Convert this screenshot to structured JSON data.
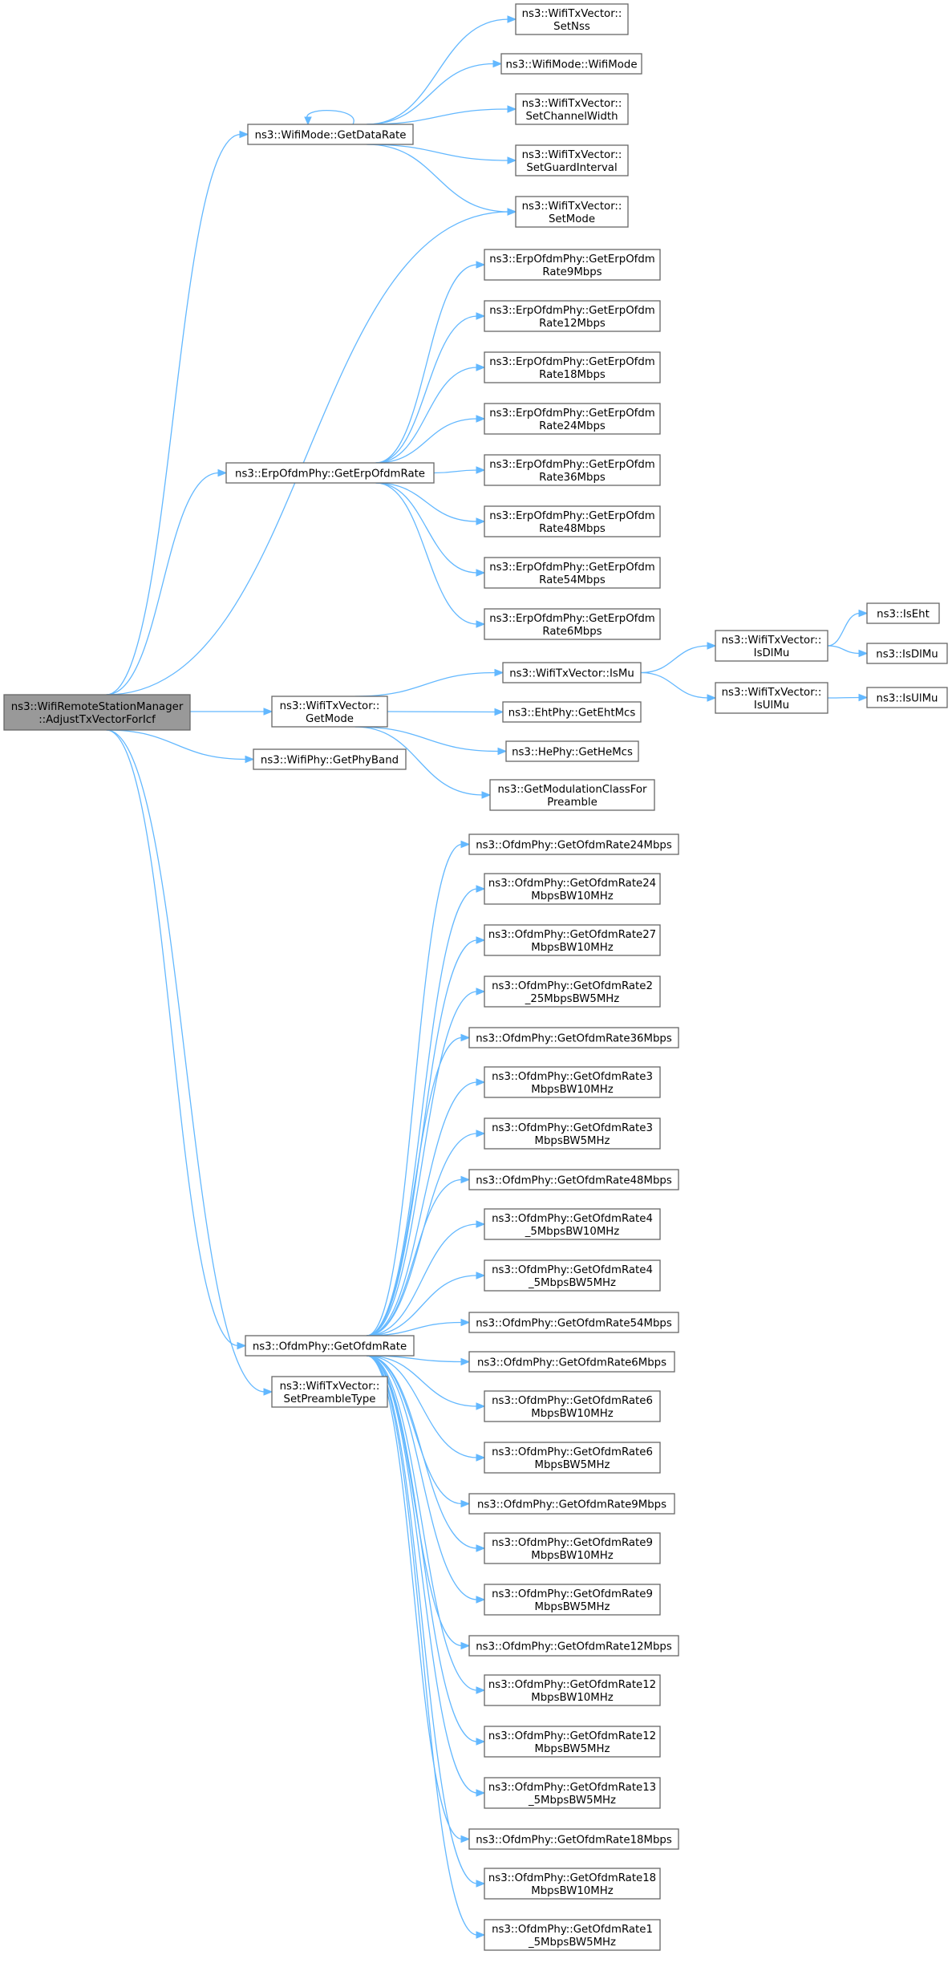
{
  "colors": {
    "edge": "#63b8ff",
    "node_border": "#666666",
    "root_fill": "#999999"
  },
  "nodes": [
    {
      "id": "root",
      "lines": [
        "ns3::WifiRemoteStationManager",
        "::AdjustTxVectorForIcf"
      ]
    },
    {
      "id": "getDataRate",
      "lines": [
        "ns3::WifiMode::GetDataRate"
      ]
    },
    {
      "id": "setNss",
      "lines": [
        "ns3::WifiTxVector::",
        "SetNss"
      ]
    },
    {
      "id": "wifiMode",
      "lines": [
        "ns3::WifiMode::WifiMode"
      ]
    },
    {
      "id": "setChannelWidth",
      "lines": [
        "ns3::WifiTxVector::",
        "SetChannelWidth"
      ]
    },
    {
      "id": "setGuardInterval",
      "lines": [
        "ns3::WifiTxVector::",
        "SetGuardInterval"
      ]
    },
    {
      "id": "setMode",
      "lines": [
        "ns3::WifiTxVector::",
        "SetMode"
      ]
    },
    {
      "id": "getErpOfdmRate",
      "lines": [
        "ns3::ErpOfdmPhy::GetErpOfdmRate"
      ]
    },
    {
      "id": "erp9",
      "lines": [
        "ns3::ErpOfdmPhy::GetErpOfdm",
        "Rate9Mbps"
      ]
    },
    {
      "id": "erp12",
      "lines": [
        "ns3::ErpOfdmPhy::GetErpOfdm",
        "Rate12Mbps"
      ]
    },
    {
      "id": "erp18",
      "lines": [
        "ns3::ErpOfdmPhy::GetErpOfdm",
        "Rate18Mbps"
      ]
    },
    {
      "id": "erp24",
      "lines": [
        "ns3::ErpOfdmPhy::GetErpOfdm",
        "Rate24Mbps"
      ]
    },
    {
      "id": "erp36",
      "lines": [
        "ns3::ErpOfdmPhy::GetErpOfdm",
        "Rate36Mbps"
      ]
    },
    {
      "id": "erp48",
      "lines": [
        "ns3::ErpOfdmPhy::GetErpOfdm",
        "Rate48Mbps"
      ]
    },
    {
      "id": "erp54",
      "lines": [
        "ns3::ErpOfdmPhy::GetErpOfdm",
        "Rate54Mbps"
      ]
    },
    {
      "id": "erp6",
      "lines": [
        "ns3::ErpOfdmPhy::GetErpOfdm",
        "Rate6Mbps"
      ]
    },
    {
      "id": "getMode",
      "lines": [
        "ns3::WifiTxVector::",
        "GetMode"
      ]
    },
    {
      "id": "isMu",
      "lines": [
        "ns3::WifiTxVector::IsMu"
      ]
    },
    {
      "id": "isDlMuTx",
      "lines": [
        "ns3::WifiTxVector::",
        "IsDlMu"
      ]
    },
    {
      "id": "isEht",
      "lines": [
        "ns3::IsEht"
      ]
    },
    {
      "id": "isDlMu",
      "lines": [
        "ns3::IsDlMu"
      ]
    },
    {
      "id": "isUlMuTx",
      "lines": [
        "ns3::WifiTxVector::",
        "IsUlMu"
      ]
    },
    {
      "id": "isUlMu",
      "lines": [
        "ns3::IsUlMu"
      ]
    },
    {
      "id": "getEhtMcs",
      "lines": [
        "ns3::EhtPhy::GetEhtMcs"
      ]
    },
    {
      "id": "getHeMcs",
      "lines": [
        "ns3::HePhy::GetHeMcs"
      ]
    },
    {
      "id": "getModClass",
      "lines": [
        "ns3::GetModulationClassFor",
        "Preamble"
      ]
    },
    {
      "id": "getPhyBand",
      "lines": [
        "ns3::WifiPhy::GetPhyBand"
      ]
    },
    {
      "id": "getOfdmRate",
      "lines": [
        "ns3::OfdmPhy::GetOfdmRate"
      ]
    },
    {
      "id": "setPreambleType",
      "lines": [
        "ns3::WifiTxVector::",
        "SetPreambleType"
      ]
    },
    {
      "id": "o24",
      "lines": [
        "ns3::OfdmPhy::GetOfdmRate24Mbps"
      ]
    },
    {
      "id": "o24bw10",
      "lines": [
        "ns3::OfdmPhy::GetOfdmRate24",
        "MbpsBW10MHz"
      ]
    },
    {
      "id": "o27bw10",
      "lines": [
        "ns3::OfdmPhy::GetOfdmRate27",
        "MbpsBW10MHz"
      ]
    },
    {
      "id": "o2_25bw5",
      "lines": [
        "ns3::OfdmPhy::GetOfdmRate2",
        "_25MbpsBW5MHz"
      ]
    },
    {
      "id": "o36",
      "lines": [
        "ns3::OfdmPhy::GetOfdmRate36Mbps"
      ]
    },
    {
      "id": "o3bw10",
      "lines": [
        "ns3::OfdmPhy::GetOfdmRate3",
        "MbpsBW10MHz"
      ]
    },
    {
      "id": "o3bw5",
      "lines": [
        "ns3::OfdmPhy::GetOfdmRate3",
        "MbpsBW5MHz"
      ]
    },
    {
      "id": "o48",
      "lines": [
        "ns3::OfdmPhy::GetOfdmRate48Mbps"
      ]
    },
    {
      "id": "o4_5bw10",
      "lines": [
        "ns3::OfdmPhy::GetOfdmRate4",
        "_5MbpsBW10MHz"
      ]
    },
    {
      "id": "o4_5bw5",
      "lines": [
        "ns3::OfdmPhy::GetOfdmRate4",
        "_5MbpsBW5MHz"
      ]
    },
    {
      "id": "o54",
      "lines": [
        "ns3::OfdmPhy::GetOfdmRate54Mbps"
      ]
    },
    {
      "id": "o6",
      "lines": [
        "ns3::OfdmPhy::GetOfdmRate6Mbps"
      ]
    },
    {
      "id": "o6bw10",
      "lines": [
        "ns3::OfdmPhy::GetOfdmRate6",
        "MbpsBW10MHz"
      ]
    },
    {
      "id": "o6bw5",
      "lines": [
        "ns3::OfdmPhy::GetOfdmRate6",
        "MbpsBW5MHz"
      ]
    },
    {
      "id": "o9",
      "lines": [
        "ns3::OfdmPhy::GetOfdmRate9Mbps"
      ]
    },
    {
      "id": "o9bw10",
      "lines": [
        "ns3::OfdmPhy::GetOfdmRate9",
        "MbpsBW10MHz"
      ]
    },
    {
      "id": "o9bw5",
      "lines": [
        "ns3::OfdmPhy::GetOfdmRate9",
        "MbpsBW5MHz"
      ]
    },
    {
      "id": "o12",
      "lines": [
        "ns3::OfdmPhy::GetOfdmRate12Mbps"
      ]
    },
    {
      "id": "o12bw10",
      "lines": [
        "ns3::OfdmPhy::GetOfdmRate12",
        "MbpsBW10MHz"
      ]
    },
    {
      "id": "o12bw5",
      "lines": [
        "ns3::OfdmPhy::GetOfdmRate12",
        "MbpsBW5MHz"
      ]
    },
    {
      "id": "o13_5bw5",
      "lines": [
        "ns3::OfdmPhy::GetOfdmRate13",
        "_5MbpsBW5MHz"
      ]
    },
    {
      "id": "o18",
      "lines": [
        "ns3::OfdmPhy::GetOfdmRate18Mbps"
      ]
    },
    {
      "id": "o18bw10",
      "lines": [
        "ns3::OfdmPhy::GetOfdmRate18",
        "MbpsBW10MHz"
      ]
    },
    {
      "id": "o1_5bw5",
      "lines": [
        "ns3::OfdmPhy::GetOfdmRate1",
        "_5MbpsBW5MHz"
      ]
    }
  ],
  "edges": [
    [
      "root",
      "getDataRate"
    ],
    [
      "root",
      "setMode"
    ],
    [
      "root",
      "getErpOfdmRate"
    ],
    [
      "root",
      "getMode"
    ],
    [
      "root",
      "getPhyBand"
    ],
    [
      "root",
      "getOfdmRate"
    ],
    [
      "root",
      "setPreambleType"
    ],
    [
      "getDataRate",
      "getDataRate"
    ],
    [
      "getDataRate",
      "setNss"
    ],
    [
      "getDataRate",
      "wifiMode"
    ],
    [
      "getDataRate",
      "setChannelWidth"
    ],
    [
      "getDataRate",
      "setGuardInterval"
    ],
    [
      "getDataRate",
      "setMode"
    ],
    [
      "getErpOfdmRate",
      "erp9"
    ],
    [
      "getErpOfdmRate",
      "erp12"
    ],
    [
      "getErpOfdmRate",
      "erp18"
    ],
    [
      "getErpOfdmRate",
      "erp24"
    ],
    [
      "getErpOfdmRate",
      "erp36"
    ],
    [
      "getErpOfdmRate",
      "erp48"
    ],
    [
      "getErpOfdmRate",
      "erp54"
    ],
    [
      "getErpOfdmRate",
      "erp6"
    ],
    [
      "getMode",
      "isMu"
    ],
    [
      "getMode",
      "getEhtMcs"
    ],
    [
      "getMode",
      "getHeMcs"
    ],
    [
      "getMode",
      "getModClass"
    ],
    [
      "isMu",
      "isDlMuTx"
    ],
    [
      "isMu",
      "isUlMuTx"
    ],
    [
      "isDlMuTx",
      "isEht"
    ],
    [
      "isDlMuTx",
      "isDlMu"
    ],
    [
      "isUlMuTx",
      "isUlMu"
    ],
    [
      "getOfdmRate",
      "o24"
    ],
    [
      "getOfdmRate",
      "o24bw10"
    ],
    [
      "getOfdmRate",
      "o27bw10"
    ],
    [
      "getOfdmRate",
      "o2_25bw5"
    ],
    [
      "getOfdmRate",
      "o36"
    ],
    [
      "getOfdmRate",
      "o3bw10"
    ],
    [
      "getOfdmRate",
      "o3bw5"
    ],
    [
      "getOfdmRate",
      "o48"
    ],
    [
      "getOfdmRate",
      "o4_5bw10"
    ],
    [
      "getOfdmRate",
      "o4_5bw5"
    ],
    [
      "getOfdmRate",
      "o54"
    ],
    [
      "getOfdmRate",
      "o6"
    ],
    [
      "getOfdmRate",
      "o6bw10"
    ],
    [
      "getOfdmRate",
      "o6bw5"
    ],
    [
      "getOfdmRate",
      "o9"
    ],
    [
      "getOfdmRate",
      "o9bw10"
    ],
    [
      "getOfdmRate",
      "o9bw5"
    ],
    [
      "getOfdmRate",
      "o12"
    ],
    [
      "getOfdmRate",
      "o12bw10"
    ],
    [
      "getOfdmRate",
      "o12bw5"
    ],
    [
      "getOfdmRate",
      "o13_5bw5"
    ],
    [
      "getOfdmRate",
      "o18"
    ],
    [
      "getOfdmRate",
      "o18bw10"
    ],
    [
      "getOfdmRate",
      "o1_5bw5"
    ]
  ]
}
